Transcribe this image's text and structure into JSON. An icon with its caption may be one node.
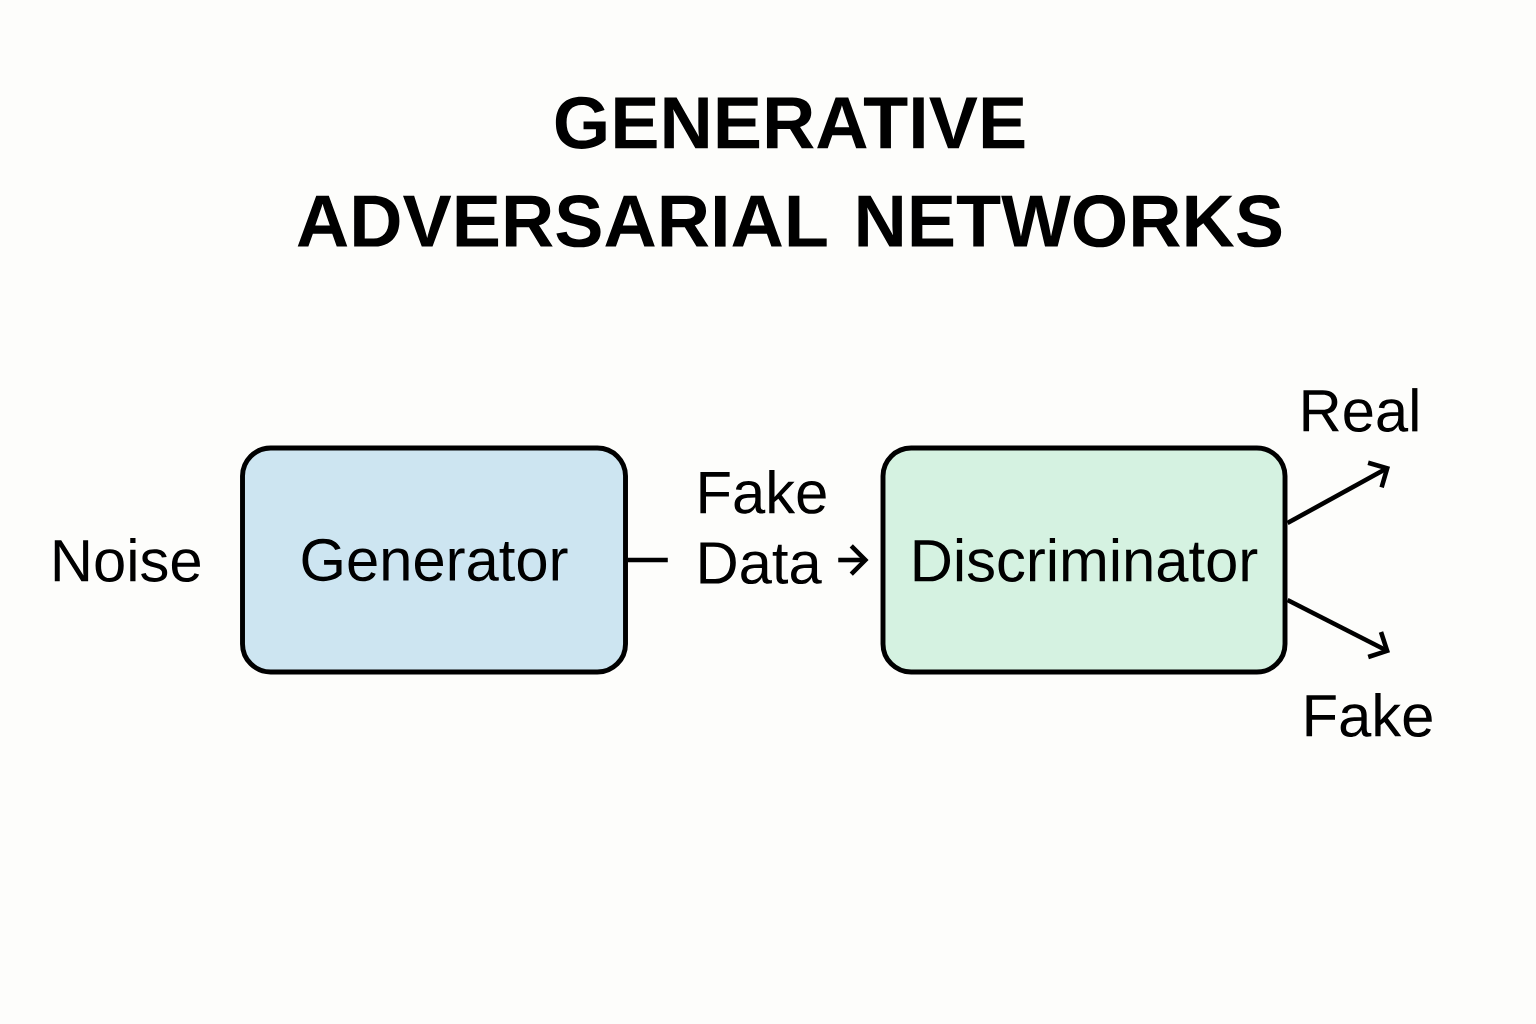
{
  "diagram": {
    "title": "GENERATIVE ADVERSARIAL NETWORKS",
    "nodes": [
      {
        "text": [
          "Generator"
        ],
        "beside": [
          "Noise"
        ]
      },
      {
        "text": [
          "Fake Data"
        ]
      },
      {
        "text": [
          "Discriminator"
        ]
      },
      {
        "text": [
          "Real"
        ]
      },
      {
        "text": [
          "Fake"
        ]
      }
    ],
    "edges": [
      {
        "from": 0,
        "to": 1,
        "arrow": "none"
      },
      {
        "from": 1,
        "to": 2,
        "arrow": "to"
      },
      {
        "from": 2,
        "to": 3,
        "arrow": "to"
      },
      {
        "from": 2,
        "to": 4,
        "arrow": "to"
      }
    ]
  }
}
